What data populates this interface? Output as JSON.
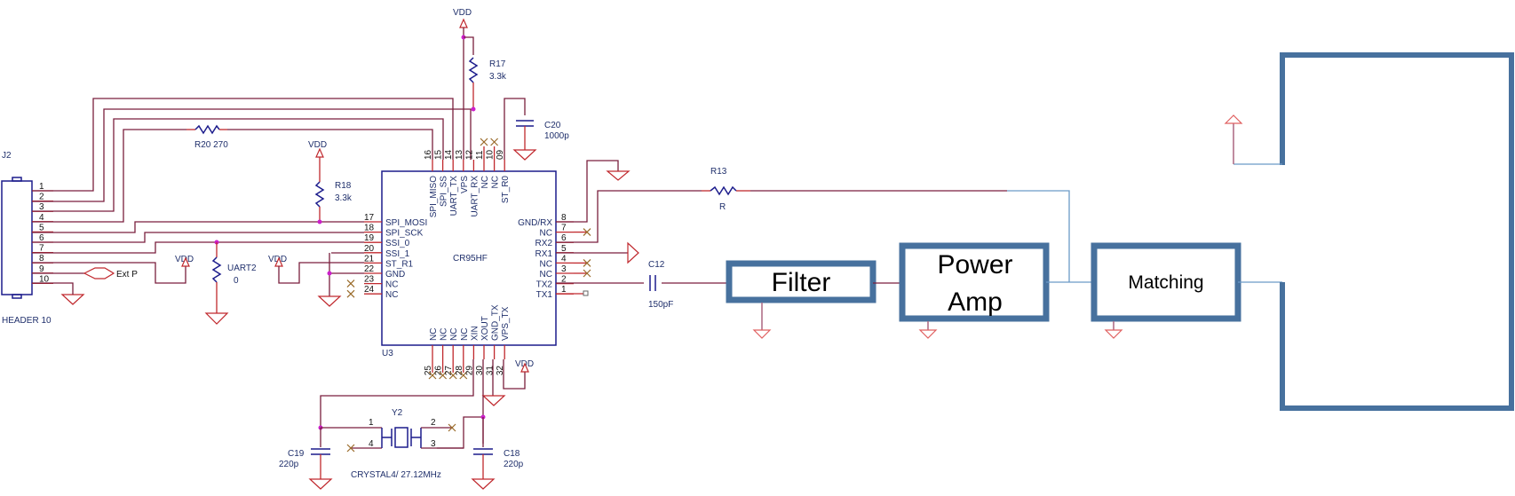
{
  "connector": {
    "ref": "J2",
    "name": "HEADER 10",
    "pins": [
      "1",
      "2",
      "3",
      "4",
      "5",
      "6",
      "7",
      "8",
      "9",
      "10"
    ],
    "ext_port": "Ext P"
  },
  "chip": {
    "ref": "U3",
    "name": "CR95HF",
    "left_pins": [
      {
        "num": "17",
        "name": "SPI_MOSI"
      },
      {
        "num": "18",
        "name": "SPI_SCK"
      },
      {
        "num": "19",
        "name": "SSI_0"
      },
      {
        "num": "20",
        "name": "SSI_1"
      },
      {
        "num": "21",
        "name": "ST_R1"
      },
      {
        "num": "22",
        "name": "GND"
      },
      {
        "num": "23",
        "name": "NC"
      },
      {
        "num": "24",
        "name": "NC"
      }
    ],
    "top_pins": [
      {
        "num": "16",
        "name": "SPI_MISO"
      },
      {
        "num": "15",
        "name": "SPI_SS"
      },
      {
        "num": "14",
        "name": "UART_TX"
      },
      {
        "num": "13",
        "name": "VPS"
      },
      {
        "num": "12",
        "name": "UART_RX"
      },
      {
        "num": "11",
        "name": "NC"
      },
      {
        "num": "10",
        "name": "NC"
      },
      {
        "num": "09",
        "name": "ST_R0"
      }
    ],
    "right_pins": [
      {
        "num": "8",
        "name": "GND/RX"
      },
      {
        "num": "7",
        "name": "NC"
      },
      {
        "num": "6",
        "name": "RX2"
      },
      {
        "num": "5",
        "name": "RX1"
      },
      {
        "num": "4",
        "name": "NC"
      },
      {
        "num": "3",
        "name": "NC"
      },
      {
        "num": "2",
        "name": "TX2"
      },
      {
        "num": "1",
        "name": "TX1"
      }
    ],
    "bottom_pins": [
      {
        "num": "25",
        "name": "NC"
      },
      {
        "num": "26",
        "name": "NC"
      },
      {
        "num": "27",
        "name": "NC"
      },
      {
        "num": "28",
        "name": "NC"
      },
      {
        "num": "29",
        "name": "XIN"
      },
      {
        "num": "30",
        "name": "XOUT"
      },
      {
        "num": "31",
        "name": "GND_TX"
      },
      {
        "num": "32",
        "name": "VPS_TX"
      }
    ]
  },
  "components": {
    "r17": {
      "ref": "R17",
      "value": "3.3k"
    },
    "r18": {
      "ref": "R18",
      "value": "3.3k"
    },
    "r20": {
      "label": "R20 270"
    },
    "uart2": {
      "ref": "UART2",
      "value": "0"
    },
    "c20": {
      "ref": "C20",
      "value": "1000p"
    },
    "r13": {
      "ref": "R13",
      "value": "R"
    },
    "c12": {
      "ref": "C12",
      "value": "150pF"
    },
    "c19": {
      "ref": "C19",
      "value": "220p"
    },
    "c18": {
      "ref": "C18",
      "value": "220p"
    },
    "y2": {
      "ref": "Y2",
      "label": "CRYSTAL4/ 27.12MHz",
      "pins": [
        "1",
        "2",
        "3",
        "4"
      ]
    }
  },
  "power": {
    "vdd": "VDD"
  },
  "blocks": {
    "filter": "Filter",
    "power_amp_line1": "Power",
    "power_amp_line2": "Amp",
    "matching": "Matching"
  }
}
